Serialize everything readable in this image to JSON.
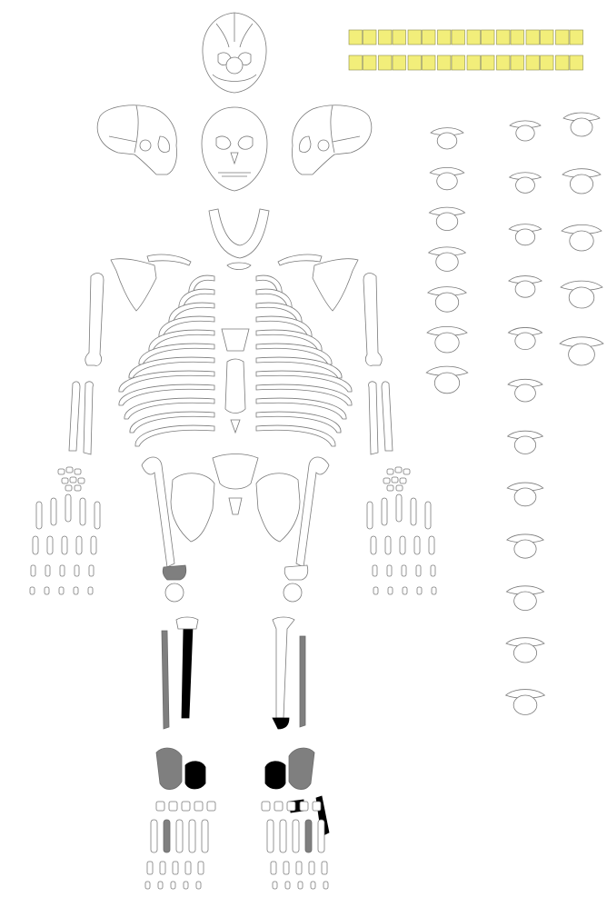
{
  "colors": {
    "outline": "#7a7a7a",
    "present": "#7f7f7f",
    "highlighted": "#000000",
    "tooth_fill": "#f2ee7a",
    "background": "#ffffff"
  },
  "dental_chart": {
    "rows": 2,
    "teeth_per_row": 16
  },
  "vertebrae": {
    "cervical": 7,
    "thoracic": 12,
    "lumbar": 5
  },
  "ribs_per_side": 12,
  "shaded_elements": {
    "right_femur_distal": "gray",
    "right_fibula": "gray",
    "right_tibia": "black",
    "left_fibula": "gray",
    "left_tibia_distal": "black",
    "right_calcaneus": "gray",
    "right_talus": "black",
    "left_calcaneus": "gray",
    "left_talus": "black",
    "left_cuboid": "black",
    "left_fifth_metatarsal": "black"
  }
}
